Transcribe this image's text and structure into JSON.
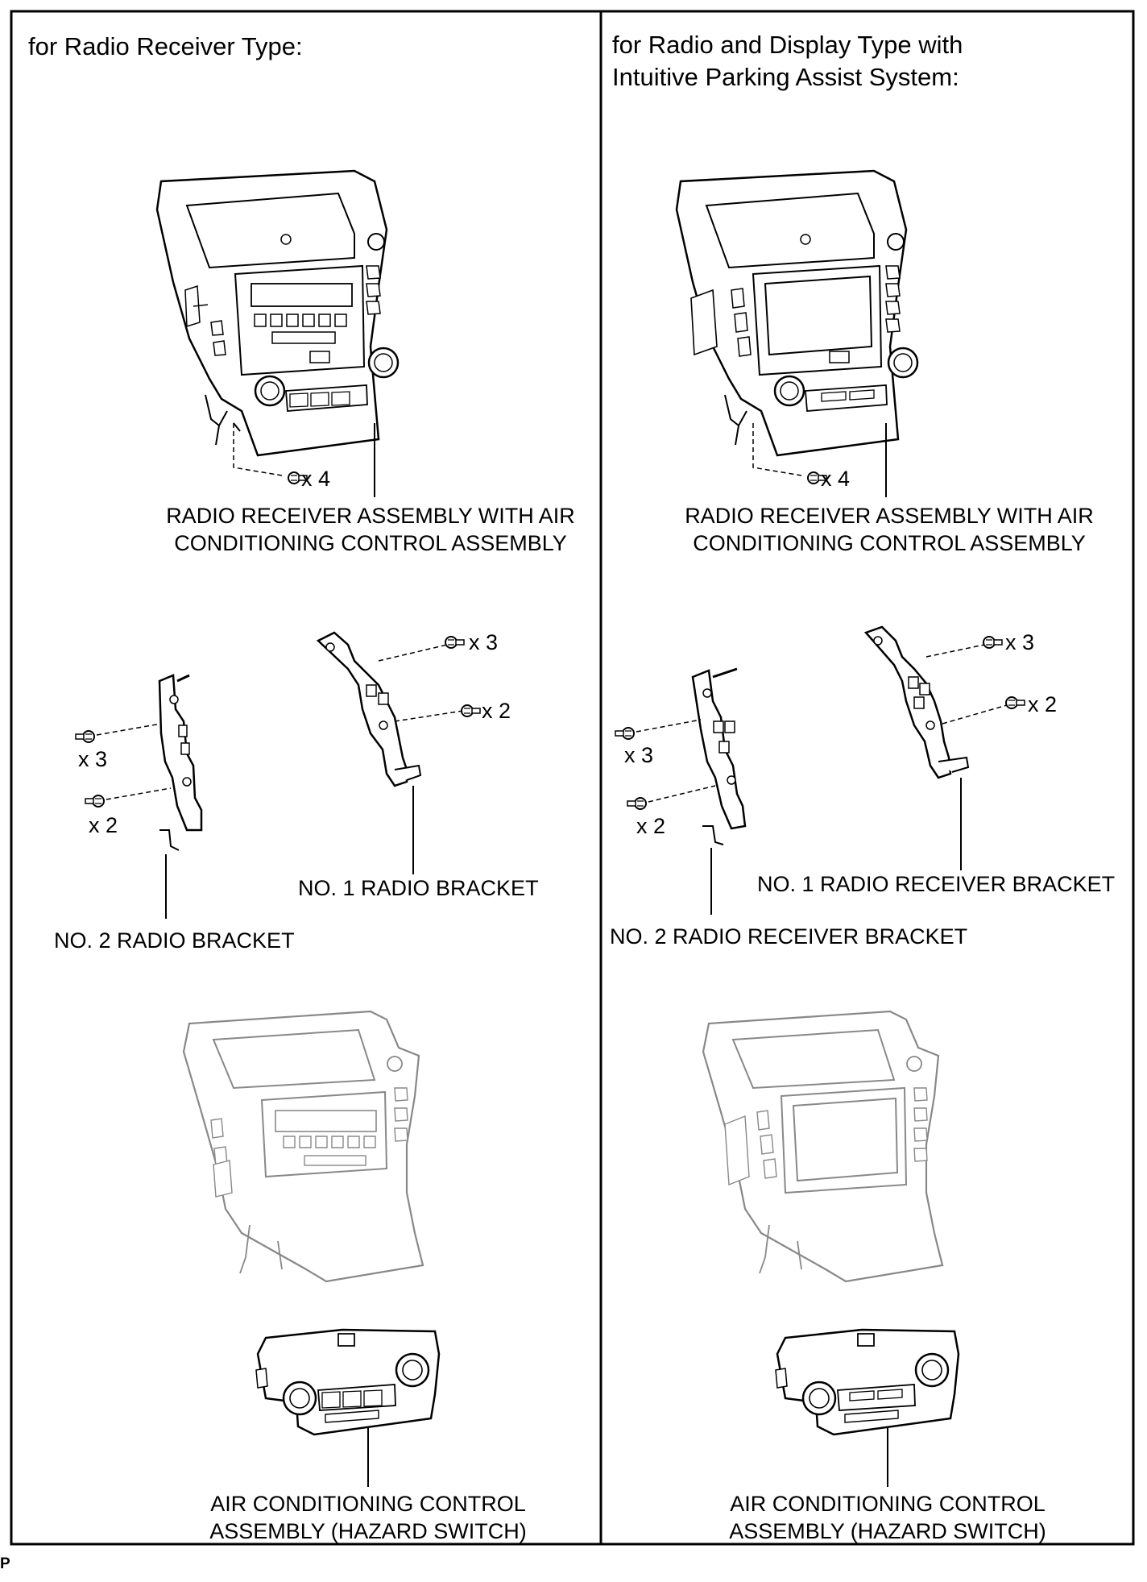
{
  "left_panel": {
    "header": "for Radio Receiver Type:",
    "radio_assembly": {
      "label_line1": "RADIO RECEIVER ASSEMBLY WITH AIR",
      "label_line2": "CONDITIONING CONTROL ASSEMBLY",
      "screw_qty": "x 4"
    },
    "no1_bracket": {
      "label": "NO. 1 RADIO BRACKET",
      "screw_qty_a": "x 3",
      "screw_qty_b": "x 2"
    },
    "no2_bracket": {
      "label": "NO. 2 RADIO BRACKET",
      "screw_qty_a": "x 3",
      "screw_qty_b": "x 2"
    },
    "ac_control": {
      "label_line1": "AIR CONDITIONING CONTROL",
      "label_line2": "ASSEMBLY (HAZARD SWITCH)"
    }
  },
  "right_panel": {
    "header_line1": "for Radio and Display Type with",
    "header_line2": "Intuitive Parking Assist System:",
    "radio_assembly": {
      "label_line1": "RADIO RECEIVER ASSEMBLY WITH AIR",
      "label_line2": "CONDITIONING CONTROL ASSEMBLY",
      "screw_qty": "x 4"
    },
    "no1_bracket": {
      "label": "NO. 1 RADIO RECEIVER BRACKET",
      "screw_qty_a": "x 3",
      "screw_qty_b": "x 2"
    },
    "no2_bracket": {
      "label": "NO. 2 RADIO RECEIVER BRACKET",
      "screw_qty_a": "x 3",
      "screw_qty_b": "x 2"
    },
    "ac_control": {
      "label_line1": "AIR CONDITIONING CONTROL",
      "label_line2": "ASSEMBLY (HAZARD SWITCH)"
    }
  },
  "footer_code": "P"
}
